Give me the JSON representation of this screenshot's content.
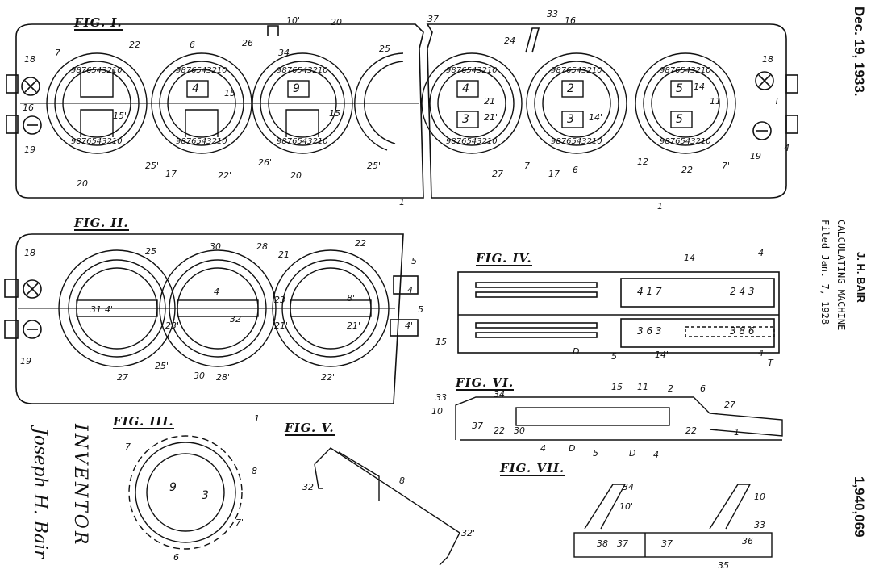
{
  "header": {
    "date": "Dec. 19, 1933.",
    "inventor_name": "J. H. BAIR",
    "title": "CALCULATING MACHINE",
    "filed": "Filed Jan. 7, 1928",
    "patent_number": "1,940,069"
  },
  "figures": {
    "fig1": "FIG. I.",
    "fig2": "FIG. II.",
    "fig3": "FIG. III.",
    "fig4": "FIG. IV.",
    "fig5": "FIG. V.",
    "fig6": "FIG. VI.",
    "fig7": "FIG. VII."
  },
  "inventor_label": "INVENTOR",
  "signature": "Joseph H. Bair",
  "dial_digits": "9876543210",
  "fig1_windows_top": [
    "",
    "4",
    "9",
    "4",
    "2",
    "5"
  ],
  "fig1_windows_bottom": [
    "",
    "",
    "",
    "3",
    "3",
    "5"
  ],
  "fig4_values": {
    "top_left": "4 1 7",
    "top_right": "2 4 3",
    "bottom_left": "3 6 3",
    "bottom_right": "3 8 6"
  },
  "ref_numerals": {
    "n1": "1",
    "n2": "2",
    "n3": "3",
    "n4": "4",
    "n4p": "4'",
    "n5": "5",
    "n6": "6",
    "n7": "7",
    "n7p": "7'",
    "n8": "8",
    "n8p": "8'",
    "n9": "9",
    "n10": "10",
    "n10p": "10'",
    "n11": "11",
    "n12": "12",
    "n14": "14",
    "n14p": "14'",
    "n15": "15",
    "n15p": "15'",
    "n16": "16",
    "n17": "17",
    "n18": "18",
    "n19": "19",
    "n20": "20",
    "n21": "21",
    "n21p": "21'",
    "n22": "22",
    "n22p": "22'",
    "n23": "23",
    "n23p": "23'",
    "n24": "24",
    "n25": "25",
    "n25p": "25'",
    "n26": "26",
    "n26p": "26'",
    "n27": "27",
    "n28": "28",
    "n28p": "28'",
    "n30": "30",
    "n30p": "30'",
    "n31": "31",
    "n32": "32",
    "n32p": "32'",
    "n33": "33",
    "n34": "34",
    "n35": "35",
    "n36": "36",
    "n37": "37",
    "n38": "38",
    "nD": "D",
    "nT": "T"
  }
}
